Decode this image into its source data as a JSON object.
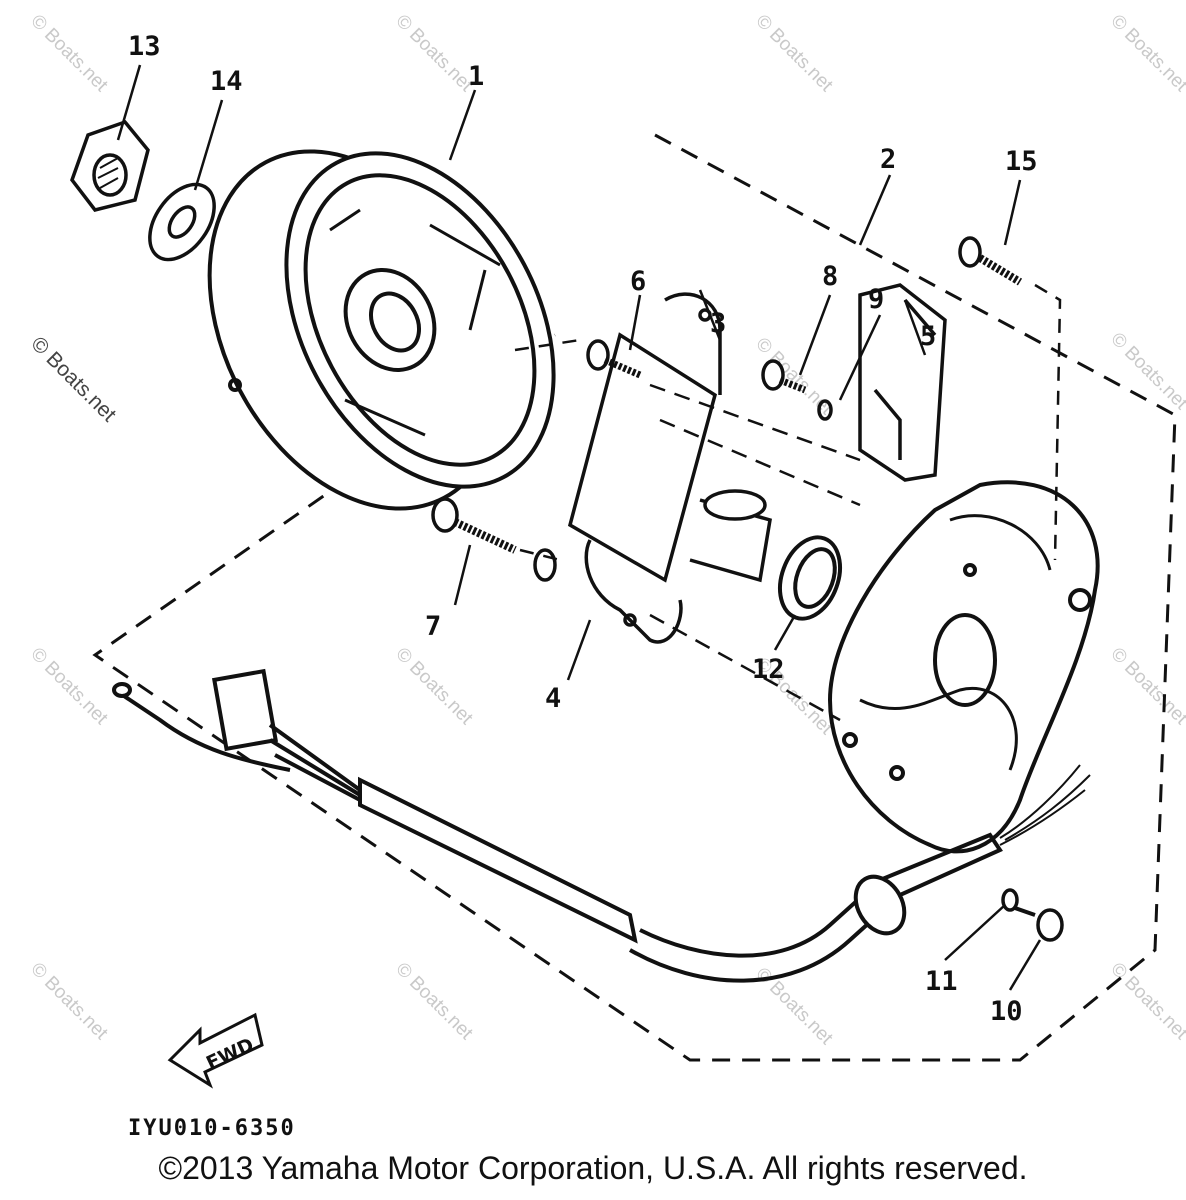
{
  "callouts": {
    "c1": "1",
    "c2": "2",
    "c3": "3",
    "c4": "4",
    "c5": "5",
    "c6": "6",
    "c7": "7",
    "c8": "8",
    "c9": "9",
    "c10": "10",
    "c11": "11",
    "c12": "12",
    "c13": "13",
    "c14": "14",
    "c15": "15"
  },
  "diagram_code": "IYU010-6350",
  "fwd_label": "FWD",
  "watermark": "© Boats.net",
  "copyright": "©2013 Yamaha Motor Corporation, U.S.A. All rights reserved."
}
